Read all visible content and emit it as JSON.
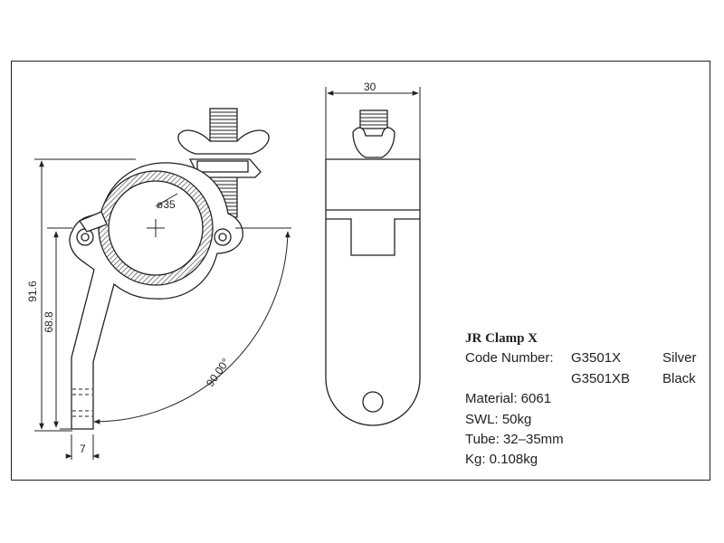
{
  "dimensions": {
    "front": {
      "height_total": "91.6",
      "height_lower": "68.8",
      "tube_diameter": "ø35",
      "angle": "90.00°",
      "foot_width": "7"
    },
    "side": {
      "width": "30"
    }
  },
  "spec": {
    "title": "JR Clamp X",
    "code_label": "Code Number:",
    "codes": [
      {
        "code": "G3501X",
        "color": "Silver"
      },
      {
        "code": "G3501XB",
        "color": "Black"
      }
    ],
    "material": "Material: 6061",
    "swl": "SWL: 50kg",
    "tube": "Tube: 32–35mm",
    "kg": "Kg: 0.108kg"
  }
}
